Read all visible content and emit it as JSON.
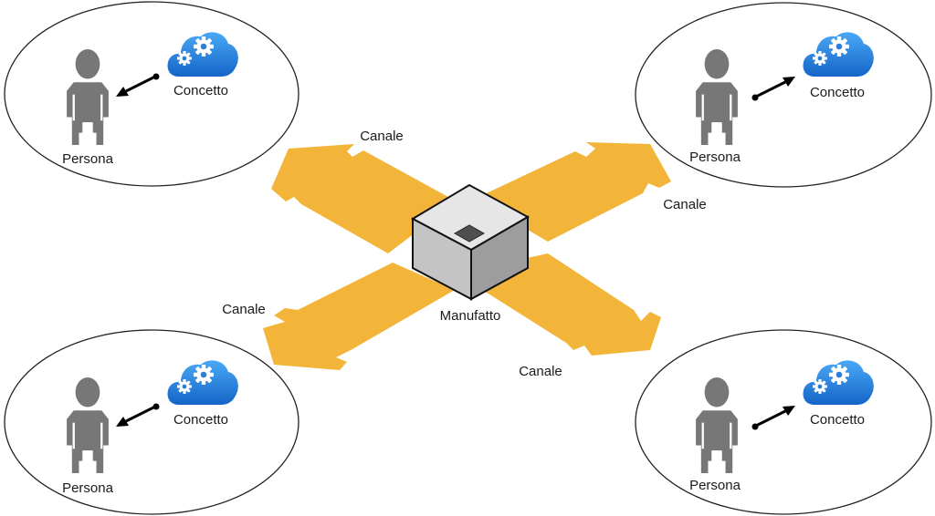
{
  "artifact": {
    "label": "Manufatto"
  },
  "channels": [
    {
      "label": "Canale"
    },
    {
      "label": "Canale"
    },
    {
      "label": "Canale"
    },
    {
      "label": "Canale"
    }
  ],
  "groups": [
    {
      "person_label": "Persona",
      "concept_label": "Concetto"
    },
    {
      "person_label": "Persona",
      "concept_label": "Concetto"
    },
    {
      "person_label": "Persona",
      "concept_label": "Concetto"
    },
    {
      "person_label": "Persona",
      "concept_label": "Concetto"
    }
  ],
  "colors": {
    "channel_arrow": "#f2b53a",
    "cloud": "#1f7fe0",
    "person": "#7a7a7a",
    "cube": "#d4d4d4"
  }
}
